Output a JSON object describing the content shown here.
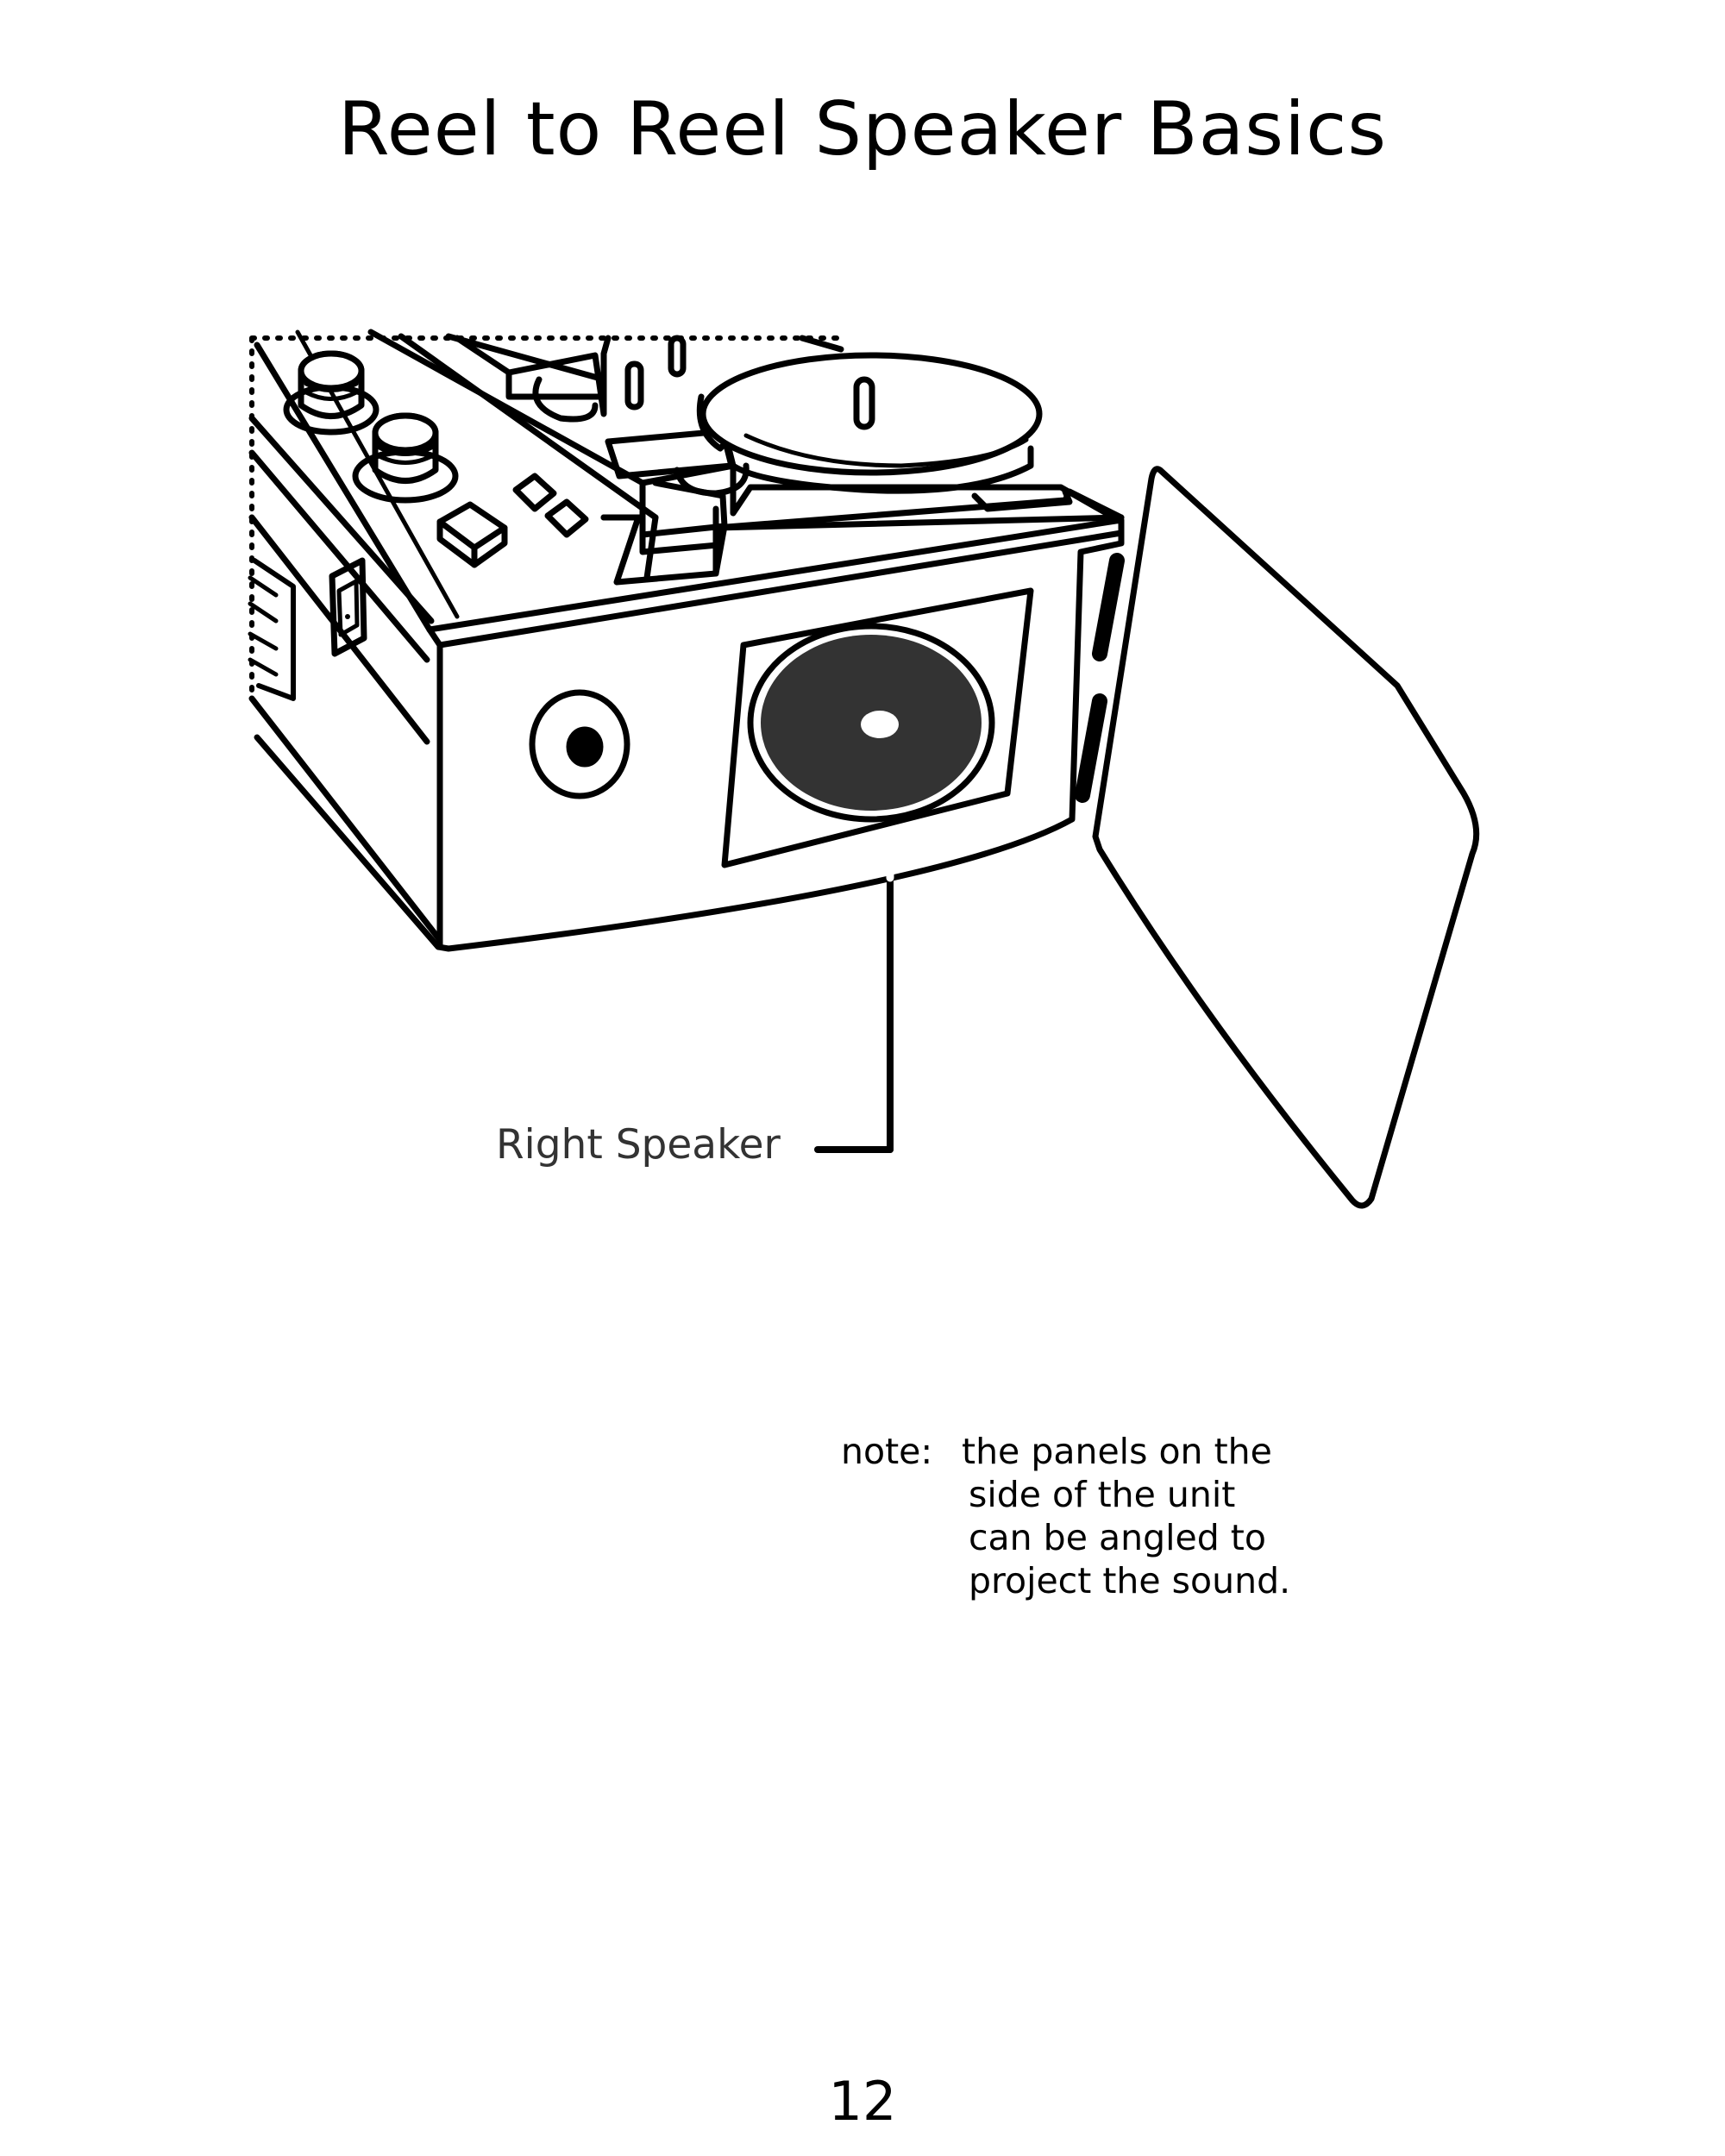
{
  "page": {
    "title": "Reel to Reel Speaker Basics",
    "page_number": "12"
  },
  "callout": {
    "label": "Right Speaker"
  },
  "note": {
    "prefix": "note:",
    "lines": [
      "the panels on the",
      "side of the unit",
      "can be angled to",
      "project the sound."
    ]
  },
  "colors": {
    "ink": "#000000",
    "callout_text": "#333333",
    "speaker_cone": "#333333",
    "background": "#ffffff"
  }
}
